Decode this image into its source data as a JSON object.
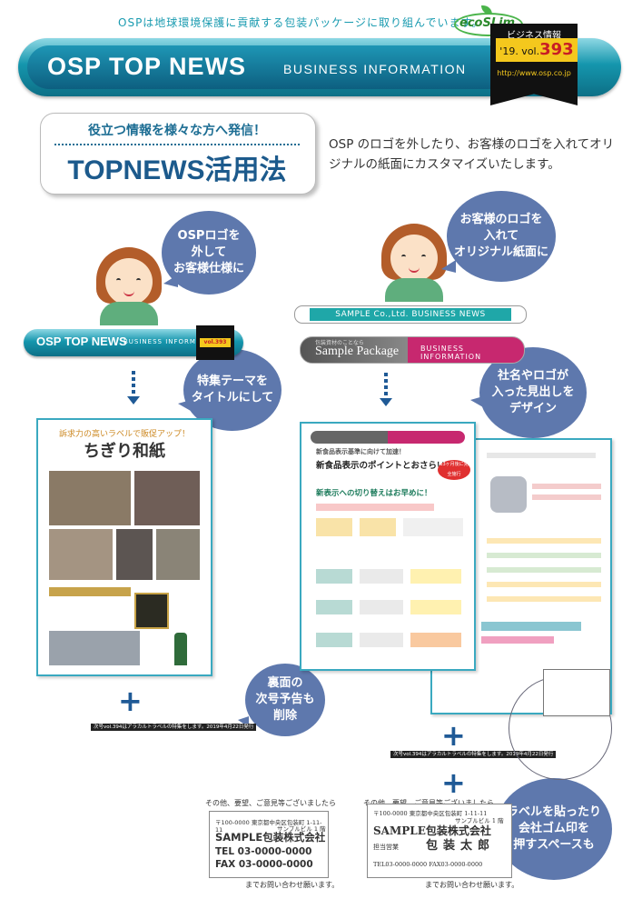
{
  "tagline": "OSPは地球環境保護に貢献する包装パッケージに取り組んでいます。",
  "eco_logo": "ecoSLim",
  "header": {
    "title": "OSP TOP NEWS",
    "subtitle": "BUSINESS  INFORMATION",
    "tag_label": "ビジネス情報",
    "vol_prefix": "'19. vol.",
    "vol_number": "393",
    "url": "http://www.osp.co.jp"
  },
  "title_box": {
    "top": "役立つ情報を様々な方へ発信！",
    "main": "TOPNEWS活用法"
  },
  "description": "OSP のロゴを外したり、お客様のロゴを入れてオリジナルの紙面にカスタマイズいたします。",
  "bubbles": {
    "remove_logo": "OSPロゴを\n外して\nお客様仕様に",
    "customer_logo": "お客様のロゴを\n入れて\nオリジナル紙面に",
    "feature_title": "特集テーマを\nタイトルにして",
    "design_heading": "社名やロゴが\n入った見出しを\nデザイン",
    "back_delete": "裏面の\n次号予告も\n削除",
    "stamp_space": "ラベルを貼ったり\n会社ゴム印を\n押すスペースも"
  },
  "mini_osp": {
    "title": "OSP TOP NEWS",
    "sub": "BUSINESS  INFORMATION",
    "vol": "vol.393"
  },
  "sample_banner": "SAMPLE Co.,Ltd.  BUSINESS  NEWS",
  "sample_pkg": {
    "small": "包装資材のことなら",
    "title": "Sample Package",
    "sub": "BUSINESS  INFORMATION"
  },
  "doc_left": {
    "lead": "訴求力の高いラベルで販促アップ！",
    "title": "ちぎり和紙",
    "footer_note": "次号vol.394はアラカルトラベルの特集をします。2019年4月22日発行"
  },
  "doc_right": {
    "lead": "新食品表示基準に向けて加速！",
    "title": "新食品表示のポイントとおさらい",
    "badge": "13ヶ月後に完全施行",
    "headline": "新表示への切り替えはお早めに！",
    "footer_note": "次号vol.394はアラカルトラベルの特集をします。2019年4月22日発行"
  },
  "contact_left": {
    "caption": "その他、要望、ご意見等ございましたら",
    "postal": "〒100-0000  東京都中央区包装町 1-11-11",
    "building": "サンプルビル 1 階",
    "company": "SAMPLE包装株式会社",
    "tel": "TEL 03-0000-0000",
    "fax": "FAX 03-0000-0000",
    "footer": "までお問い合わせ願います。"
  },
  "contact_right": {
    "caption": "その他、要望、ご意見等ございましたら",
    "postal": "〒100-0000  東京都中央区包装町 1-11-11",
    "building": "サンプルビル 1 階",
    "company": "SAMPLE包装株式会社",
    "role": "担当営業",
    "person": "包装太郎",
    "telfax": "TEL03-0000-0000  FAX03-0000-0000",
    "footer": "までお問い合わせ願います。"
  }
}
